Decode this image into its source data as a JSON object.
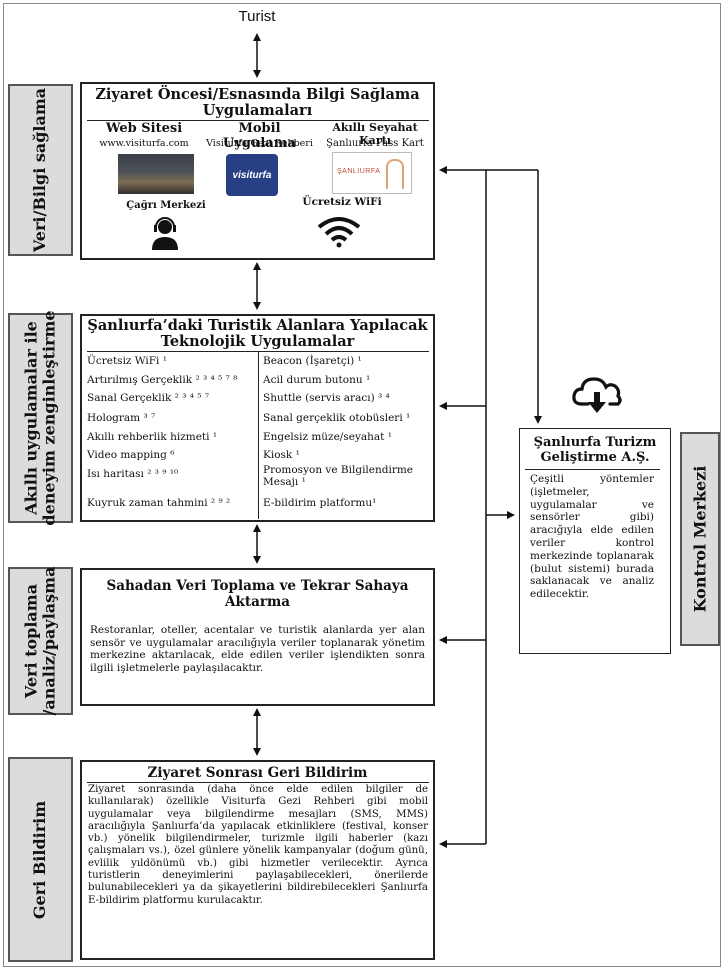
{
  "turist": "Turist",
  "side_labels": {
    "veri_bilgi": "Veri/Bilgi sağlama",
    "akilli_1": "Akıllı uygulamalar ile",
    "akilli_2": "deneyim zenginleştirme",
    "veri_toplama_1": "Veri toplama",
    "veri_toplama_2": "/analiz/paylaşma",
    "geri_bildirim": "Geri Bildirim",
    "kontrol": "Kontrol Merkezi"
  },
  "box1": {
    "title_1": "Ziyaret Öncesi/Esnasında Bilgi Sağlama",
    "title_2": "Uygulamaları",
    "web_title": "Web Sitesi",
    "web_sub": "www.visiturfa.com",
    "mobil_title": "Mobil Uygulama",
    "mobil_sub": "Visiturfa Gezi Rehberi",
    "kart_title": "Akıllı Seyahat Kartı",
    "kart_sub": "Şanlıurfa Pass Kart",
    "cagri": "Çağrı Merkezi",
    "wifi": "Ücretsiz WiFi",
    "app_logo_text": "visiturfa",
    "card_logo_text": "ŞANLIURFA"
  },
  "box2": {
    "title_1": "Şanlıurfa’daki Turistik Alanlara Yapılacak",
    "title_2": "Teknolojik Uygulamalar",
    "left_items": [
      "Ücretsiz WiFi ¹",
      "Artırılmış Gerçeklik ² ³ ⁴ ⁵ ⁷ ⁸",
      "Sanal Gerçeklik ² ³ ⁴ ⁵ ⁷",
      "Hologram ³ ⁷",
      "Akıllı rehberlik hizmeti ¹",
      "Video mapping ⁶",
      "Isı haritası ² ³ ⁹ ¹⁰",
      "Kuyruk zaman tahmini ² ⁹ ²"
    ],
    "right_items": [
      "Beacon (İşaretçi) ¹",
      "Acil durum butonu ¹",
      "Shuttle (servis aracı) ³ ⁴",
      "Sanal gerçeklik otobüsleri ¹",
      "Engelsiz müze/seyahat ¹",
      "Kiosk ¹",
      "Promosyon ve Bilgilendirme",
      "Mesajı ¹",
      "E-bildirim platformu¹"
    ]
  },
  "box3": {
    "title": "Sahadan Veri Toplama ve Tekrar Sahaya Aktarma",
    "text": "Restoranlar, oteller, acentalar ve turistik alanlarda yer alan sensör ve uygulamalar aracılığıyla veriler toplanarak yönetim merkezine aktarılacak, elde edilen veriler işlendikten sonra ilgili işletmelerle paylaşılacaktır."
  },
  "box4": {
    "title": "Ziyaret Sonrası Geri Bildirim",
    "text": "Ziyaret sonrasında (daha önce elde edilen bilgiler de kullanılarak) özellikle Visiturfa Gezi Rehberi gibi mobil uygulamalar veya bilgilendirme mesajları (SMS, MMS) aracılığıyla Şanlıurfa’da yapılacak etkinliklere (festival, konser vb.) yönelik bilgilendirmeler, turizmle ilgili haberler (kazı çalışmaları vs.), özel günlere yönelik kampanyalar (doğum günü, evlilik yıldönümü vb.) gibi hizmetler verilecektir. Ayrıca turistlerin deneyimlerini paylaşabilecekleri, önerilerde bulunabilecekleri ya da şikayetlerini bildirebilecekleri Şanlıurfa E-bildirim platformu kurulacaktır."
  },
  "control": {
    "title_1": "Şanlıurfa Turizm",
    "title_2": "Geliştirme A.Ş.",
    "text": "Çeşitli yöntemler (işletmeler, uygulamalar ve sensörler gibi) aracığıyla elde edilen veriler kontrol merkezinde toplanarak (bulut sistemi) burada saklanacak ve analiz edilecektir."
  }
}
